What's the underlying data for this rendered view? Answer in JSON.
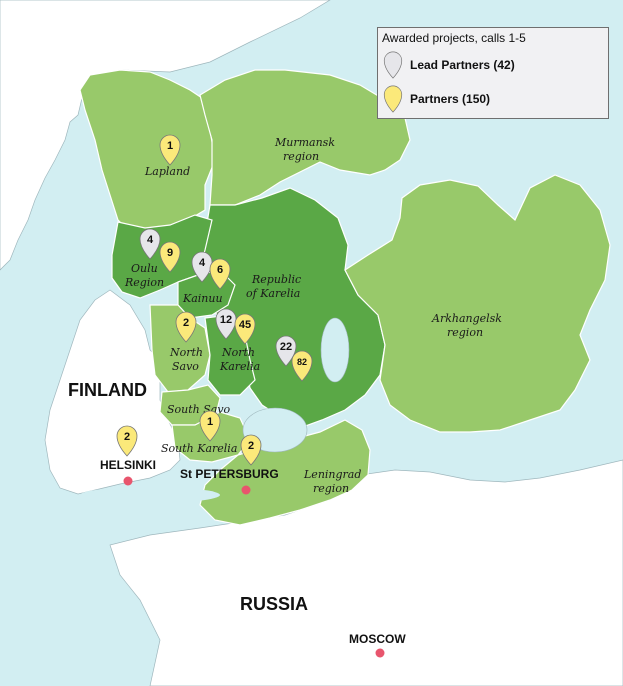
{
  "legend": {
    "title": "Awarded projects, calls 1-5",
    "lead_partners": "Lead Partners (42)",
    "partners": "Partners (150)"
  },
  "colors": {
    "sea": "#d2eef2",
    "foreign_land": "#ffffff",
    "program_region_light": "#98c96a",
    "program_region_dark": "#5aa846",
    "lead_pin": "#e6e6ea",
    "partner_pin": "#fbe97a",
    "city_dot": "#e8556d"
  },
  "countries": {
    "finland": "FINLAND",
    "russia": "RUSSIA"
  },
  "cities": {
    "helsinki": "HELSINKI",
    "st_petersburg": "St PETERSBURG",
    "moscow": "MOSCOW"
  },
  "regions": {
    "lapland": "Lapland",
    "murmansk": [
      "Murmansk",
      "region"
    ],
    "oulu": [
      "Oulu",
      "Region"
    ],
    "kainuu": "Kainuu",
    "karelia_rep": [
      "Republic",
      "of Karelia"
    ],
    "arkhangelsk": [
      "Arkhangelsk",
      "region"
    ],
    "north_savo": [
      "North",
      "Savo"
    ],
    "north_karelia": [
      "North",
      "Karelia"
    ],
    "south_savo": "South Savo",
    "south_karelia": "South Karelia",
    "leningrad": [
      "Leningrad",
      "region"
    ]
  },
  "pins": {
    "lapland_partners": "1",
    "oulu_lead": "4",
    "oulu_partners": "9",
    "kainuu_lead": "4",
    "kainuu_partners": "6",
    "north_savo_partners": "2",
    "north_karelia_lead": "12",
    "north_karelia_partners": "45",
    "karelia_rep_lead": "22",
    "karelia_rep_partners": "82",
    "south_savo_partners": "1",
    "helsinki_partners": "2",
    "st_petersburg_partners": "2"
  }
}
